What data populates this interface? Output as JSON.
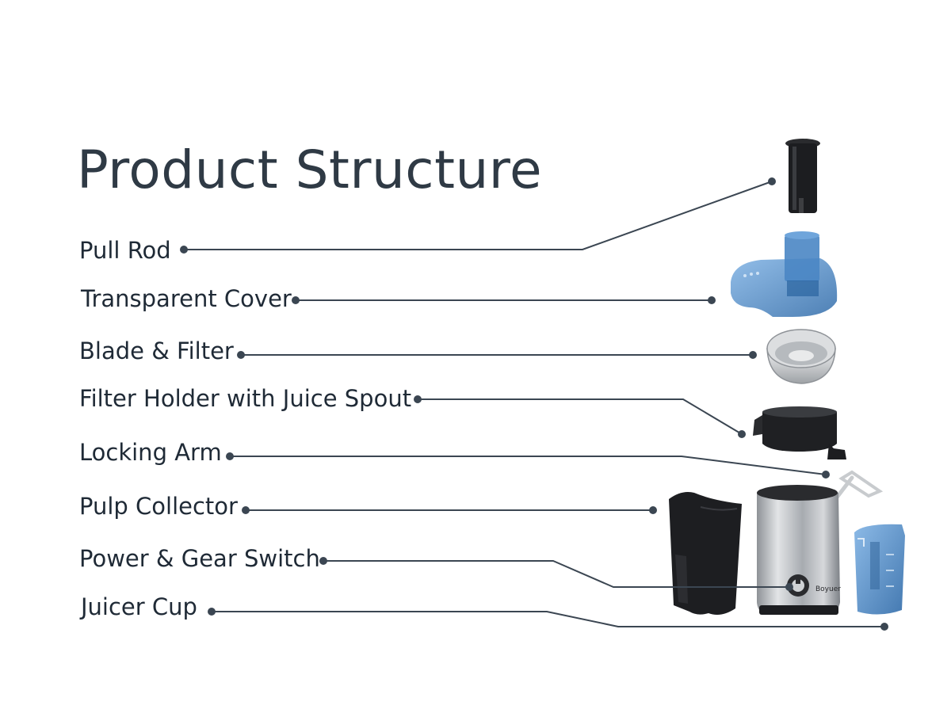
{
  "title": "Product Structure",
  "parts": [
    {
      "key": "pull-rod",
      "label": "Pull Rod"
    },
    {
      "key": "transparent-cover",
      "label": "Transparent Cover"
    },
    {
      "key": "blade-filter",
      "label": "Blade & Filter"
    },
    {
      "key": "filter-holder",
      "label": "Filter Holder with Juice Spout"
    },
    {
      "key": "locking-arm",
      "label": "Locking Arm"
    },
    {
      "key": "pulp-collector",
      "label": "Pulp Collector"
    },
    {
      "key": "power-switch",
      "label": "Power & Gear Switch"
    },
    {
      "key": "juicer-cup",
      "label": "Juicer Cup"
    }
  ],
  "brand": "Boyuer",
  "colors": {
    "line": "#3b4652",
    "text": "#1f2a36",
    "title": "#2f3a45",
    "blue": "#3a7cc0",
    "black": "#1c1d20",
    "steel": "#b9bcc0"
  }
}
